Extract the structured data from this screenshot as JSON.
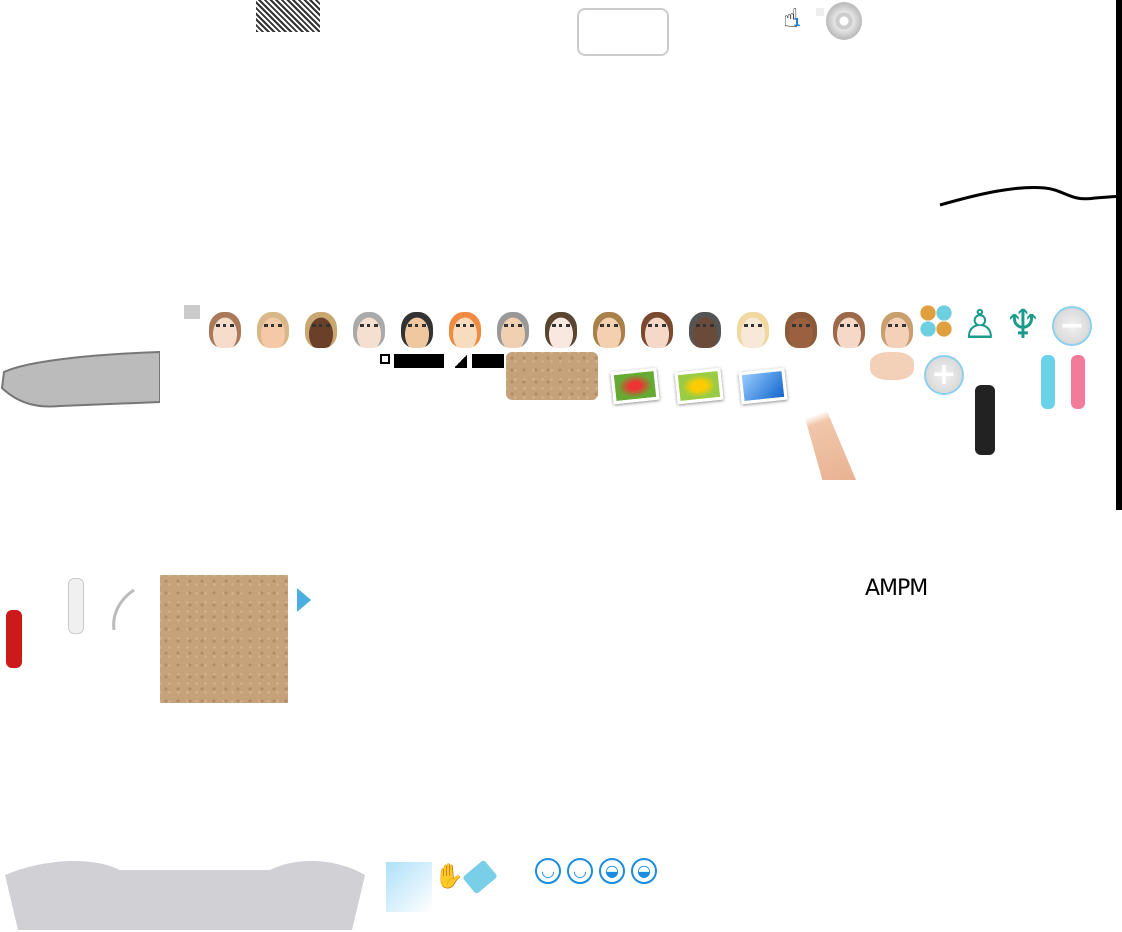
{
  "cursor": {
    "player_number": "1"
  },
  "clock": {
    "am_pm_label": "AMPM"
  },
  "colors": {
    "accent_blue": "#1a8de0",
    "teal": "#1a9a8a",
    "remote_red": "#cc1a1a",
    "tile_brown": "#c6a27a"
  },
  "icons": [
    "qr-noise",
    "rounded-frame",
    "pointer-hand-icon",
    "disc-icon",
    "mii-face",
    "mii-figure",
    "minus-button",
    "plus-button",
    "wii-remote",
    "photo-icon",
    "arrow-right-icon",
    "smiley-icon"
  ],
  "mii_count": 15
}
